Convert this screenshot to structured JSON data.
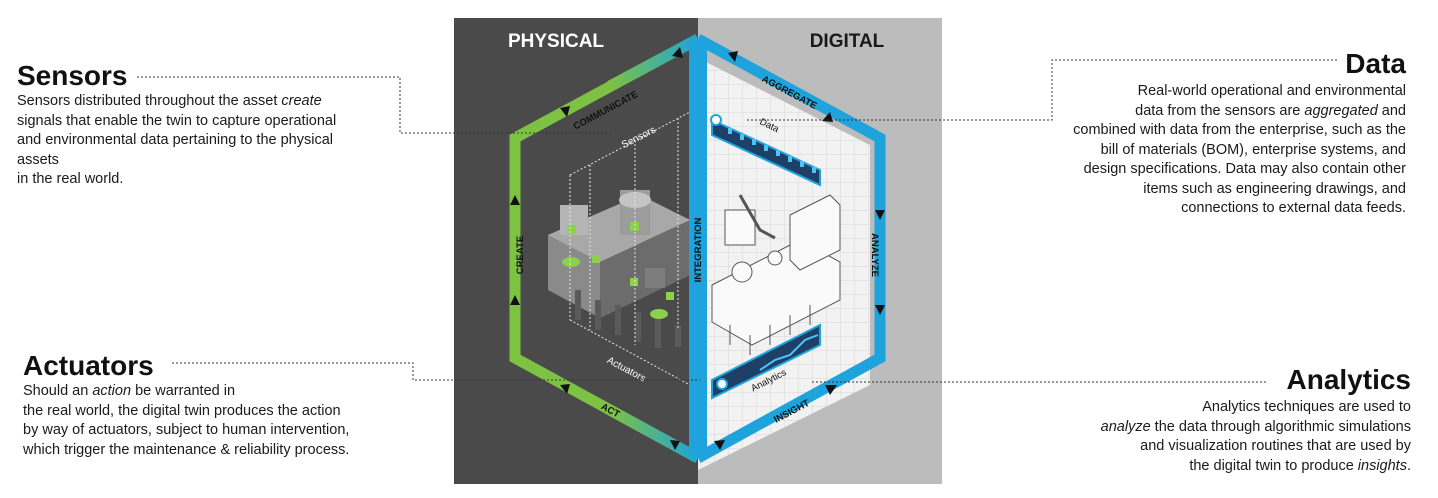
{
  "panels": {
    "physical_title": "PHYSICAL",
    "digital_title": "DIGITAL",
    "physical_color": "#4a4a4a",
    "digital_color": "#bcbcbc"
  },
  "cycle": {
    "communicate": "COMMUNICATE",
    "aggregate": "AGGREGATE",
    "analyze": "ANALYZE",
    "insight": "INSIGHT",
    "act": "ACT",
    "create": "CREATE",
    "integration": "INTEGRATION",
    "green": "#7dc242",
    "blue": "#1ea3dc"
  },
  "inner_labels": {
    "sensors": "Sensors",
    "actuators": "Actuators",
    "data": "Data",
    "analytics": "Analytics"
  },
  "callouts": {
    "sensors": {
      "title": "Sensors",
      "line1_pre": "Sensors distributed throughout the asset ",
      "line1_em": "create",
      "line2": "signals that enable the twin to capture operational",
      "line3": "and environmental  data pertaining to the physical",
      "line4": "assets",
      "line5": "in the real world."
    },
    "actuators": {
      "title": "Actuators",
      "line1_pre": "Should an ",
      "line1_em": "action",
      "line1_post": " be warranted in",
      "line2": "the real world, the digital twin produces the action",
      "line3": "by way of actuators, subject to human intervention,",
      "line4": "which trigger the maintenance  & reliability  process."
    },
    "data": {
      "title": "Data",
      "line1": "Real-world operational and environmental",
      "line2_pre": "data from the sensors are ",
      "line2_em": "aggregated",
      "line2_post": " and",
      "line3": "combined with data from the enterprise, such as the",
      "line4": "bill of materials (BOM),  enterprise systems,  and",
      "line5": "design specifications. Data may also contain other",
      "line6": "items such as engineering drawings, and",
      "line7": "connections to external data feeds."
    },
    "analytics": {
      "title": "Analytics",
      "line1": "Analytics techniques are used to",
      "line2_em": "analyze",
      "line2_post": " the data through algorithmic simulations",
      "line3": "and visualization  routines that are used by",
      "line4_pre": "the digital twin  to produce ",
      "line4_em": "insights",
      "line4_post": "."
    }
  }
}
